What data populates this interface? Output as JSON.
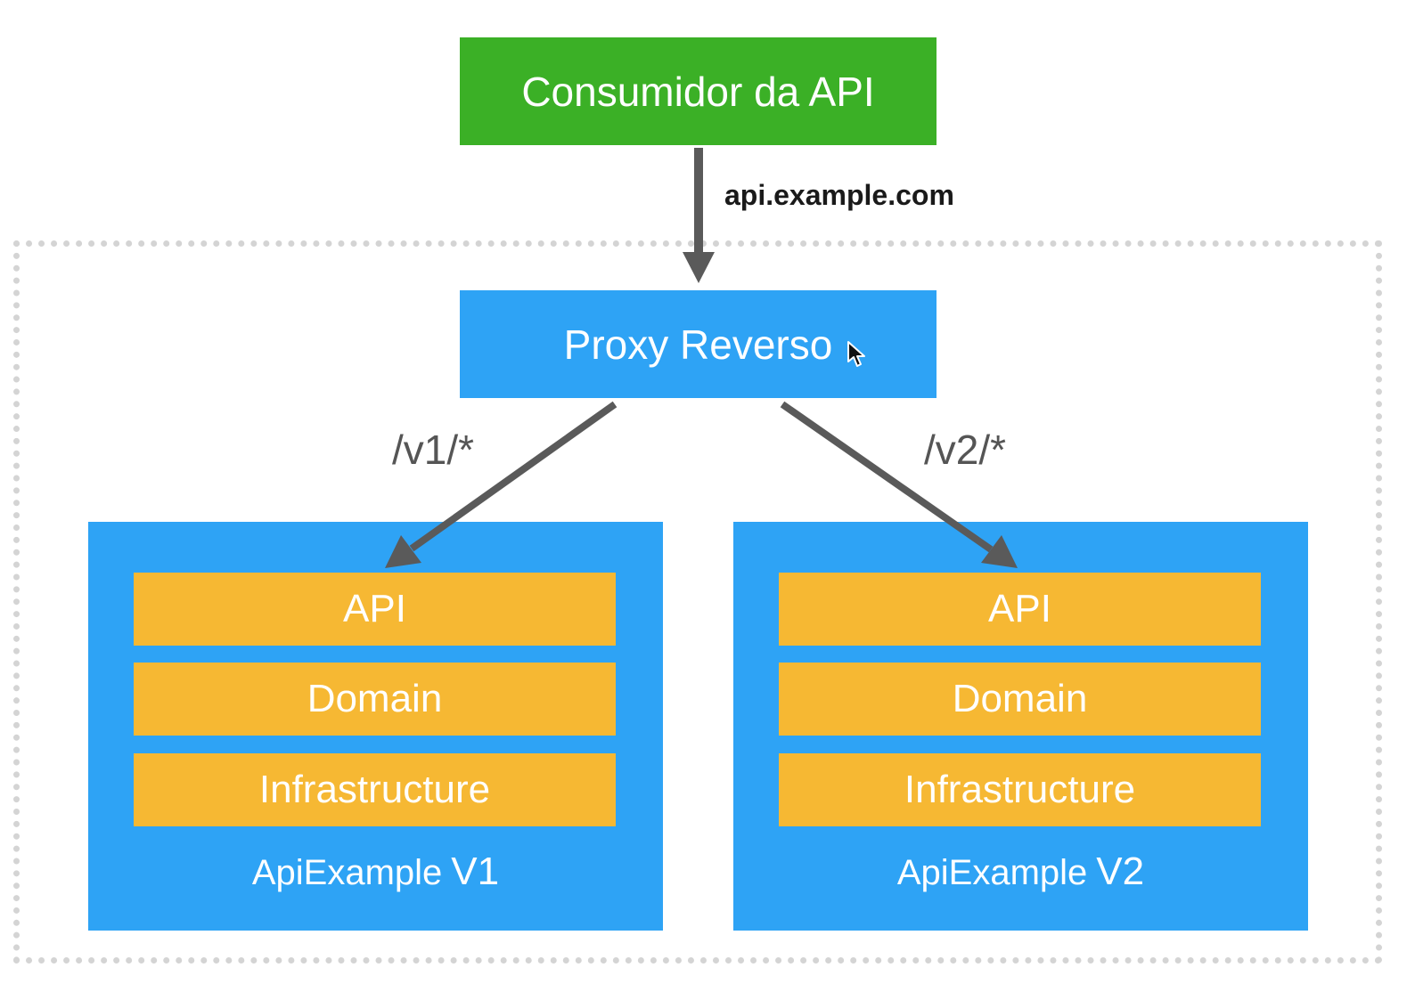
{
  "consumer": {
    "label": "Consumidor da API"
  },
  "consumer_edge": {
    "label": "api.example.com"
  },
  "proxy": {
    "label": "Proxy Reverso"
  },
  "routes": [
    {
      "label": "/v1/*"
    },
    {
      "label": "/v2/*"
    }
  ],
  "services": [
    {
      "layers": [
        "API",
        "Domain",
        "Infrastructure"
      ],
      "name": "ApiExample",
      "version": "V1"
    },
    {
      "layers": [
        "API",
        "Domain",
        "Infrastructure"
      ],
      "name": "ApiExample",
      "version": "V2"
    }
  ],
  "colors": {
    "consumer": "#3bb026",
    "proxy": "#2ea3f5",
    "service": "#2ea3f5",
    "layer": "#f6b833",
    "arrow": "#5a5a5a",
    "boundary": "#d4d4d4"
  },
  "icons": {
    "cursor": "mouse-pointer-icon"
  }
}
